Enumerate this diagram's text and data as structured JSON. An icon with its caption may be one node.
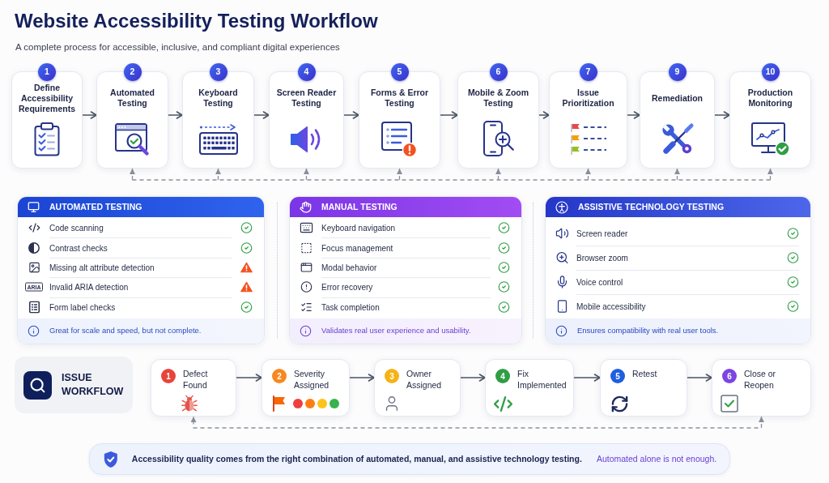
{
  "diagram": {
    "title": "Website Accessibility Testing Workflow",
    "nodes": [
      {
        "text": [
          "1",
          "Define Accessibility Requirements"
        ]
      },
      {
        "text": [
          "2",
          "Automated Testing"
        ]
      },
      {
        "text": [
          "3",
          "Keyboard Testing"
        ]
      },
      {
        "text": [
          "4",
          "Screen Reader Testing"
        ]
      },
      {
        "text": [
          "5",
          "Forms & Error Testing"
        ]
      },
      {
        "text": [
          "6",
          "Mobile & Zoom Testing"
        ]
      },
      {
        "text": [
          "7",
          "Issue Prioritization"
        ]
      },
      {
        "text": [
          "9",
          "Remediation"
        ]
      },
      {
        "text": [
          "10",
          "Production Monitoring"
        ]
      },
      {
        "text": [
          "AUTOMATED TESTING",
          "Code scanning",
          "Contrast checks",
          "Missing alt attribute detection",
          "Invalid ARIA detection",
          "Form label checks"
        ]
      },
      {
        "text": [
          "Great for scale and speed, but not complete."
        ],
        "in": 9
      },
      {
        "text": [
          "MANUAL TESTING",
          "Keyboard navigation",
          "Focus management",
          "Modal behavior",
          "Error recovery",
          "Task completion"
        ]
      },
      {
        "text": [
          "Validates real user experience and usability."
        ],
        "in": 11
      },
      {
        "text": [
          "ASSISTIVE TECHNOLOGY TESTING",
          "Screen reader",
          "Browser zoom",
          "Voice control",
          "Mobile accessibility"
        ]
      },
      {
        "text": [
          "Ensures compatibility with real user tools."
        ],
        "in": 13
      },
      {
        "text": [
          "ISSUE WORKFLOW"
        ]
      },
      {
        "text": [
          "1",
          "Defect Found"
        ]
      },
      {
        "text": [
          "2",
          "Severity Assigned"
        ]
      },
      {
        "text": [
          "3",
          "Owner Assigned"
        ]
      },
      {
        "text": [
          "4",
          "Fix Implemented"
        ]
      },
      {
        "text": [
          "5",
          "Retest"
        ]
      },
      {
        "text": [
          "6",
          "Close or Reopen"
        ]
      },
      {
        "text": [
          "Accessibility quality comes from the right combination of automated, manual, and assistive technology testing.",
          "Automated alone is not enough."
        ]
      }
    ],
    "edges": [
      {
        "from": 0,
        "to": 1,
        "arrow": "to"
      },
      {
        "from": 1,
        "to": 2,
        "arrow": "to"
      },
      {
        "from": 2,
        "to": 3,
        "arrow": "to"
      },
      {
        "from": 3,
        "to": 4,
        "arrow": "to"
      },
      {
        "from": 4,
        "to": 5,
        "arrow": "to"
      },
      {
        "from": 5,
        "to": 6,
        "arrow": "to"
      },
      {
        "from": 6,
        "to": 7,
        "arrow": "to"
      },
      {
        "from": 7,
        "to": 8,
        "arrow": "to"
      },
      {
        "from": null,
        "to": 1,
        "arrow": "to",
        "style": "dashed"
      },
      {
        "from": null,
        "to": 2,
        "arrow": "to",
        "style": "dashed"
      },
      {
        "from": null,
        "to": 3,
        "arrow": "to",
        "style": "dashed"
      },
      {
        "from": null,
        "to": 4,
        "arrow": "to",
        "style": "dashed"
      },
      {
        "from": null,
        "to": 5,
        "arrow": "to",
        "style": "dashed"
      },
      {
        "from": null,
        "to": 6,
        "arrow": "to",
        "style": "dashed"
      },
      {
        "from": null,
        "to": 7,
        "arrow": "to",
        "style": "dashed"
      },
      {
        "from": null,
        "to": 8,
        "arrow": "to",
        "style": "dashed"
      },
      {
        "from": 16,
        "to": 17,
        "arrow": "to"
      },
      {
        "from": 17,
        "to": 18,
        "arrow": "to"
      },
      {
        "from": 18,
        "to": 19,
        "arrow": "to"
      },
      {
        "from": 19,
        "to": 20,
        "arrow": "to"
      },
      {
        "from": 20,
        "to": 21,
        "arrow": "to"
      },
      {
        "from": 21,
        "to": 16,
        "arrow": "both",
        "style": "dashed"
      }
    ],
    "labels": [
      "A complete process for accessible, inclusive, and compliant digital experiences",
      "ARIA"
    ]
  }
}
